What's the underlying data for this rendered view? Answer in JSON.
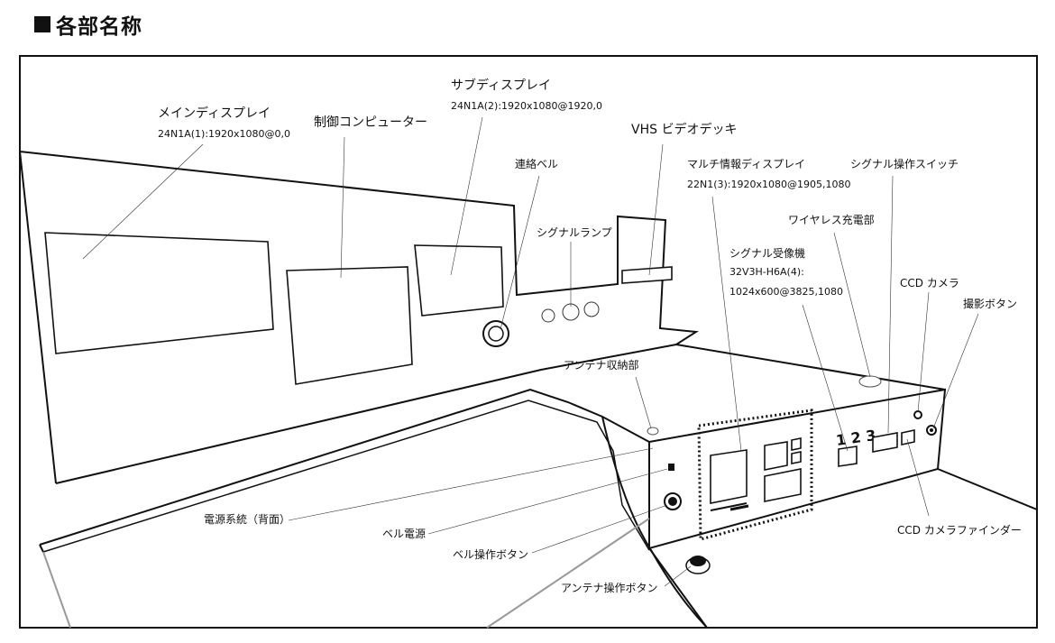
{
  "section_title": "各部名称",
  "labels": {
    "main_display": "メインディスプレイ",
    "main_display_spec": "24N1A(1):1920x1080@0,0",
    "control_pc": "制御コンピューター",
    "sub_display": "サブディスプレイ",
    "sub_display_spec": "24N1A(2):1920x1080@1920,0",
    "vhs_deck": "VHS ビデオデッキ",
    "contact_bell": "連絡ベル",
    "signal_lamp": "シグナルランプ",
    "multi_display": "マルチ情報ディスプレイ",
    "multi_display_spec": "22N1(3):1920x1080@1905,1080",
    "signal_switch": "シグナル操作スイッチ",
    "wireless_charger": "ワイヤレス充電部",
    "signal_receiver": "シグナル受像機",
    "signal_receiver_spec1": "32V3H-H6A(4):",
    "signal_receiver_spec2": "1024x600@3825,1080",
    "ccd_camera": "CCD カメラ",
    "shoot_button": "撮影ボタン",
    "antenna_storage": "アンテナ収納部",
    "power_system": "電源系統（背面）",
    "bell_power": "ベル電源",
    "bell_button": "ベル操作ボタン",
    "antenna_button": "アンテナ操作ボタン",
    "ccd_finder": "CCD カメラファインダー",
    "panel_digits": "1 2 3"
  }
}
